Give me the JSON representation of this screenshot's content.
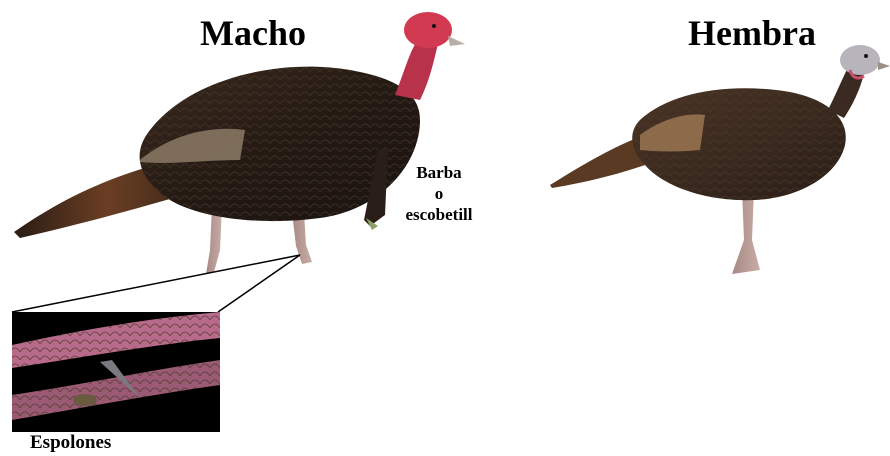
{
  "figure": {
    "male": {
      "title": "Macho"
    },
    "female": {
      "title": "Hembra"
    },
    "beard_label": {
      "line1": "Barba",
      "line2": "o",
      "line3": "escobetill"
    },
    "spurs_label": "Espolones",
    "colors": {
      "feather_dark": "#2b1f17",
      "feather_bronze": "#5a3a22",
      "head_red": "#d23a52",
      "leg_pink": "#b89a93",
      "inset_bg": "#000000"
    }
  }
}
